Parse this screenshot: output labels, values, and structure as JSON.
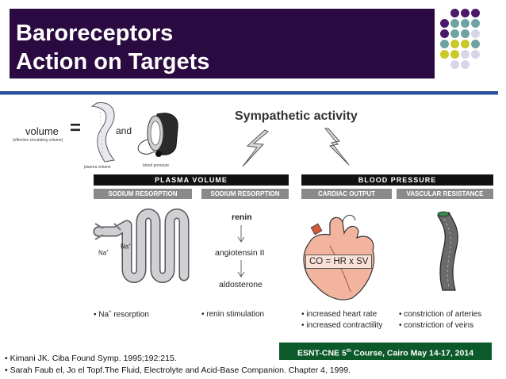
{
  "title": {
    "line1": "Baroreceptors",
    "line2": "Action on Targets"
  },
  "diagram": {
    "volume_label": "volume",
    "volume_sub": "(effective circulating volume)",
    "equals": "=",
    "and_label": "and",
    "plasma_volume_caption": "plasma volume",
    "blood_pressure_caption": "blood pressure",
    "sympathetic_title": "Sympathetic activity",
    "bands": {
      "plasma_volume": "PLASMA VOLUME",
      "blood_pressure": "BLOOD PRESSURE"
    },
    "subheaders": [
      "SODIUM RESORPTION",
      "SODIUM RESORPTION",
      "CARDIAC OUTPUT",
      "VASCULAR RESISTANCE"
    ],
    "na_labels": [
      "Na",
      "Na"
    ],
    "na_superscript": "+",
    "renin": "renin",
    "angiotensin": "angiotensin II",
    "aldosterone": "aldosterone",
    "co_equation": "CO = HR x SV",
    "bullets": {
      "na_resorption_prefix": "• Na",
      "na_resorption_sup": "+",
      "na_resorption_suffix": " resorption",
      "renin_stimulation": "• renin stimulation",
      "increased_heart_rate": "• increased heart rate",
      "increased_contractility": "• increased contractility",
      "constriction_arteries": "• constriction of arteries",
      "constriction_veins": "• constriction of veins"
    }
  },
  "footer": {
    "course_prefix": "ESNT-CNE 5",
    "course_sup": "th",
    "course_suffix": " Course, Cairo May 14-17, 2014"
  },
  "references": [
    "• Kimani JK. Ciba Found Symp. 1995;192:215.",
    "• Sarah Faub el, Jo el Topf.The Fluid, Electrolyte and Acid-Base Companion. Chapter 4, 1999."
  ],
  "colors": {
    "title_bg": "#2a0a40",
    "dot_purple": "#4b1a6b",
    "dot_teal": "#6fa3a3",
    "dot_yellow": "#c9c92a",
    "dot_lavender": "#d6d6e8",
    "footer_bg": "#0c5a2a",
    "rule": "#2b4f9a"
  }
}
